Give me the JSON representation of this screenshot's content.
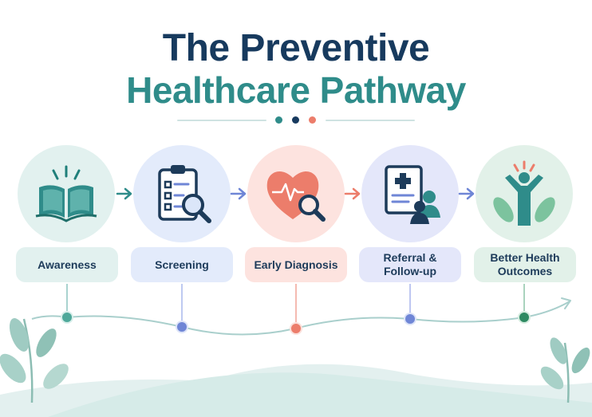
{
  "title": {
    "line1": "The Preventive",
    "line2": "Healthcare Pathway"
  },
  "colors": {
    "navy": "#173a5e",
    "teal": "#2f8c8a",
    "blue": "#6f86d6",
    "coral": "#ec7d6b",
    "green": "#2e8a62"
  },
  "steps": [
    {
      "label": "Awareness",
      "icon": "open-book-icon"
    },
    {
      "label": "Screening",
      "icon": "clipboard-magnifier-icon"
    },
    {
      "label": "Early Diagnosis",
      "icon": "heart-magnifier-icon"
    },
    {
      "label": "Referral &\nFollow-up",
      "icon": "referral-document-icon"
    },
    {
      "label": "Better Health\nOutcomes",
      "icon": "celebrating-person-icon"
    }
  ]
}
